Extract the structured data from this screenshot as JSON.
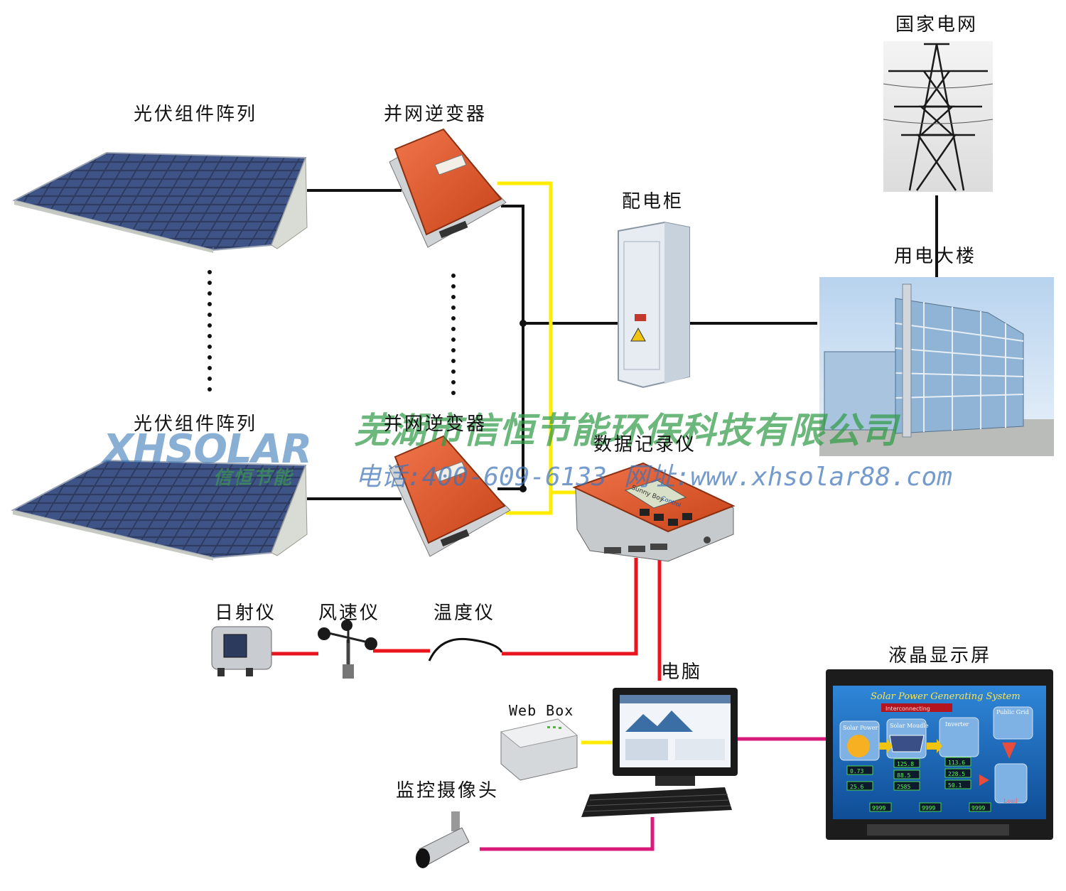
{
  "labels": {
    "pv_array_top": "光伏组件阵列",
    "pv_array_bottom": "光伏组件阵列",
    "inverter_top": "并网逆变器",
    "inverter_bottom": "并网逆变器",
    "distribution_cabinet": "配电柜",
    "state_grid": "国家电网",
    "building": "用电大楼",
    "data_logger": "数据记录仪",
    "irradiance_meter": "日射仪",
    "anemometer": "风速仪",
    "thermometer": "温度仪",
    "computer": "电脑",
    "web_box": "Web Box",
    "camera": "监控摄像头",
    "lcd_screen": "液晶显示屏"
  },
  "watermark": {
    "logo": "XHSOLAR",
    "logo_sub": "信恒节能",
    "company": "芜湖市信恒节能环保科技有限公司",
    "phone": "电话:400-609-6133",
    "website": "网址:www.xhsolar88.com"
  },
  "data_logger_screen": {
    "brand": "Sunny Boy",
    "label": "Control"
  },
  "lcd_dashboard": {
    "title": "Solar Power Generating System",
    "status": "Interconnecting",
    "blocks": [
      "Solar Power",
      "Solar Moudle",
      "Inverter",
      "Public Grid"
    ],
    "load": "Load",
    "values": [
      "0.73",
      "25.6",
      "125.8",
      "88.5",
      "2585",
      "113.6",
      "228.5",
      "50.1",
      "9999",
      "9999",
      "9999"
    ]
  },
  "colors": {
    "power_line": "#111111",
    "data_line_yellow": "#ffec00",
    "sensor_line_red": "#e8141e",
    "display_line_pink": "#d81b7a",
    "inverter_orange": "#e2571f",
    "cabinet_gray": "#e6ecf2",
    "screen_blue": "#1b6fc3"
  },
  "icons": [
    "solar-panel-icon",
    "inverter-icon",
    "cabinet-icon",
    "power-tower-icon",
    "building-icon",
    "data-logger-icon",
    "pyranometer-icon",
    "anemometer-icon",
    "thermometer-icon",
    "web-box-icon",
    "computer-icon",
    "camera-icon",
    "lcd-monitor-icon"
  ]
}
